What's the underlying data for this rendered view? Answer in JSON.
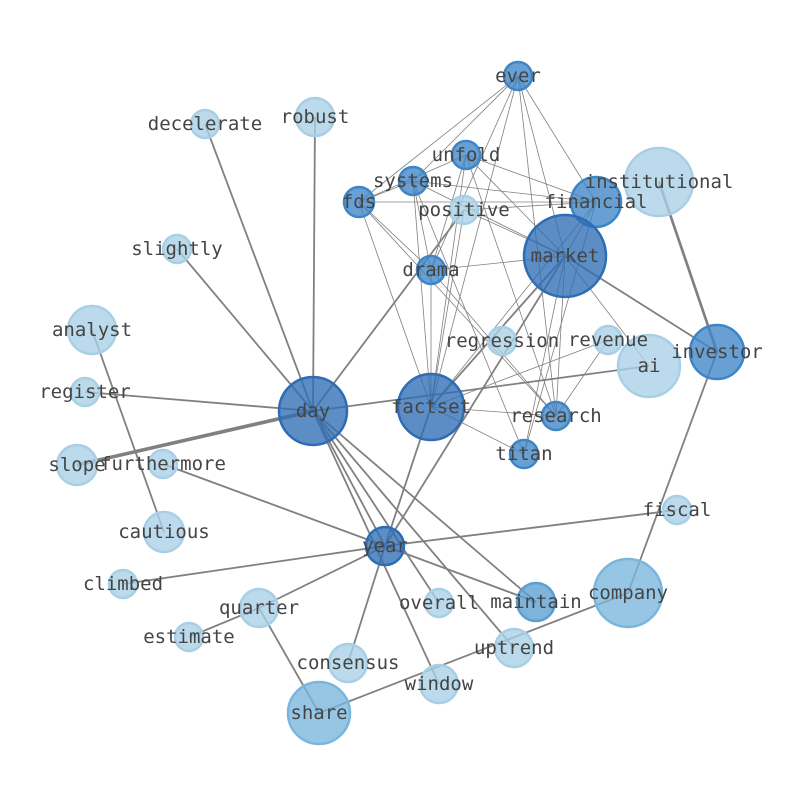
{
  "nodes": [
    {
      "id": "ever",
      "label": "ever",
      "color": "#3d85c6"
    },
    {
      "id": "decelerate",
      "label": "decelerate",
      "color": "#a8cfe6"
    },
    {
      "id": "robust",
      "label": "robust",
      "color": "#a8cfe6"
    },
    {
      "id": "unfold",
      "label": "unfold",
      "color": "#3d85c6"
    },
    {
      "id": "institutional",
      "label": "institutional",
      "color": "#a8cfe6"
    },
    {
      "id": "systems",
      "label": "systems",
      "color": "#3d85c6"
    },
    {
      "id": "financial",
      "label": "financial",
      "color": "#3d85c6"
    },
    {
      "id": "fds",
      "label": "fds",
      "color": "#3d85c6"
    },
    {
      "id": "positive",
      "label": "positive",
      "color": "#a8cfe6"
    },
    {
      "id": "slightly",
      "label": "slightly",
      "color": "#a8cfe6"
    },
    {
      "id": "market",
      "label": "market",
      "color": "#2e6db4"
    },
    {
      "id": "drama",
      "label": "drama",
      "color": "#3d85c6"
    },
    {
      "id": "analyst",
      "label": "analyst",
      "color": "#a8cfe6"
    },
    {
      "id": "regression",
      "label": "regression",
      "color": "#a8cfe6"
    },
    {
      "id": "revenue",
      "label": "revenue",
      "color": "#a8cfe6"
    },
    {
      "id": "investor",
      "label": "investor",
      "color": "#3d85c6"
    },
    {
      "id": "ai",
      "label": "ai",
      "color": "#a8cfe6"
    },
    {
      "id": "register",
      "label": "register",
      "color": "#a8cfe6"
    },
    {
      "id": "day",
      "label": "day",
      "color": "#2e6db4"
    },
    {
      "id": "factset",
      "label": "factset",
      "color": "#2e6db4"
    },
    {
      "id": "research",
      "label": "research",
      "color": "#3d85c6"
    },
    {
      "id": "slope",
      "label": "slope",
      "color": "#a8cfe6"
    },
    {
      "id": "furthermore",
      "label": "furthermore",
      "color": "#a8cfe6"
    },
    {
      "id": "titan",
      "label": "titan",
      "color": "#3d85c6"
    },
    {
      "id": "fiscal",
      "label": "fiscal",
      "color": "#a8cfe6"
    },
    {
      "id": "cautious",
      "label": "cautious",
      "color": "#a8cfe6"
    },
    {
      "id": "year",
      "label": "year",
      "color": "#2e6db4"
    },
    {
      "id": "climbed",
      "label": "climbed",
      "color": "#a8cfe6"
    },
    {
      "id": "company",
      "label": "company",
      "color": "#7ab6dc"
    },
    {
      "id": "quarter",
      "label": "quarter",
      "color": "#a8cfe6"
    },
    {
      "id": "overall",
      "label": "overall",
      "color": "#a8cfe6"
    },
    {
      "id": "maintain",
      "label": "maintain",
      "color": "#5a9fd0"
    },
    {
      "id": "estimate",
      "label": "estimate",
      "color": "#a8cfe6"
    },
    {
      "id": "uptrend",
      "label": "uptrend",
      "color": "#a8cfe6"
    },
    {
      "id": "consensus",
      "label": "consensus",
      "color": "#a8cfe6"
    },
    {
      "id": "window",
      "label": "window",
      "color": "#a8cfe6"
    },
    {
      "id": "share",
      "label": "share",
      "color": "#7ab6dc"
    }
  ],
  "edges": [
    {
      "source": "ever",
      "target": "systems",
      "weight": 1
    },
    {
      "source": "ever",
      "target": "fds",
      "weight": 1
    },
    {
      "source": "ever",
      "target": "drama",
      "weight": 1
    },
    {
      "source": "ever",
      "target": "factset",
      "weight": 1
    },
    {
      "source": "ever",
      "target": "financial",
      "weight": 1
    },
    {
      "source": "ever",
      "target": "market",
      "weight": 1
    },
    {
      "source": "ever",
      "target": "research",
      "weight": 1
    },
    {
      "source": "unfold",
      "target": "fds",
      "weight": 1
    },
    {
      "source": "unfold",
      "target": "drama",
      "weight": 1
    },
    {
      "source": "unfold",
      "target": "factset",
      "weight": 1
    },
    {
      "source": "unfold",
      "target": "financial",
      "weight": 1
    },
    {
      "source": "unfold",
      "target": "market",
      "weight": 1
    },
    {
      "source": "unfold",
      "target": "research",
      "weight": 1
    },
    {
      "source": "systems",
      "target": "fds",
      "weight": 1
    },
    {
      "source": "systems",
      "target": "drama",
      "weight": 1
    },
    {
      "source": "systems",
      "target": "factset",
      "weight": 1
    },
    {
      "source": "systems",
      "target": "financial",
      "weight": 1
    },
    {
      "source": "systems",
      "target": "market",
      "weight": 1
    },
    {
      "source": "systems",
      "target": "titan",
      "weight": 1
    },
    {
      "source": "fds",
      "target": "financial",
      "weight": 1
    },
    {
      "source": "fds",
      "target": "drama",
      "weight": 1
    },
    {
      "source": "fds",
      "target": "factset",
      "weight": 1
    },
    {
      "source": "fds",
      "target": "research",
      "weight": 1
    },
    {
      "source": "positive",
      "target": "day",
      "weight": 2
    },
    {
      "source": "positive",
      "target": "market",
      "weight": 1
    },
    {
      "source": "positive",
      "target": "financial",
      "weight": 1
    },
    {
      "source": "positive",
      "target": "factset",
      "weight": 1
    },
    {
      "source": "drama",
      "target": "market",
      "weight": 1
    },
    {
      "source": "drama",
      "target": "factset",
      "weight": 1
    },
    {
      "source": "drama",
      "target": "research",
      "weight": 1
    },
    {
      "source": "market",
      "target": "financial",
      "weight": 1
    },
    {
      "source": "market",
      "target": "factset",
      "weight": 2
    },
    {
      "source": "market",
      "target": "research",
      "weight": 1
    },
    {
      "source": "market",
      "target": "investor",
      "weight": 2
    },
    {
      "source": "market",
      "target": "year",
      "weight": 2
    },
    {
      "source": "market",
      "target": "ai",
      "weight": 1
    },
    {
      "source": "market",
      "target": "titan",
      "weight": 1
    },
    {
      "source": "financial",
      "target": "factset",
      "weight": 1
    },
    {
      "source": "financial",
      "target": "titan",
      "weight": 1
    },
    {
      "source": "revenue",
      "target": "factset",
      "weight": 1
    },
    {
      "source": "revenue",
      "target": "research",
      "weight": 1
    },
    {
      "source": "institutional",
      "target": "investor",
      "weight": 3
    },
    {
      "source": "investor",
      "target": "company",
      "weight": 2
    },
    {
      "source": "ai",
      "target": "day",
      "weight": 2
    },
    {
      "source": "factset",
      "target": "research",
      "weight": 1
    },
    {
      "source": "factset",
      "target": "titan",
      "weight": 1
    },
    {
      "source": "factset",
      "target": "year",
      "weight": 2
    },
    {
      "source": "day",
      "target": "decelerate",
      "weight": 2
    },
    {
      "source": "day",
      "target": "robust",
      "weight": 2
    },
    {
      "source": "day",
      "target": "slightly",
      "weight": 2
    },
    {
      "source": "day",
      "target": "register",
      "weight": 2
    },
    {
      "source": "day",
      "target": "slope",
      "weight": 4
    },
    {
      "source": "day",
      "target": "maintain",
      "weight": 2
    },
    {
      "source": "day",
      "target": "overall",
      "weight": 2
    },
    {
      "source": "day",
      "target": "uptrend",
      "weight": 2
    },
    {
      "source": "day",
      "target": "window",
      "weight": 2
    },
    {
      "source": "day",
      "target": "year",
      "weight": 2
    },
    {
      "source": "year",
      "target": "furthermore",
      "weight": 2
    },
    {
      "source": "year",
      "target": "fiscal",
      "weight": 2
    },
    {
      "source": "year",
      "target": "climbed",
      "weight": 2
    },
    {
      "source": "year",
      "target": "maintain",
      "weight": 2
    },
    {
      "source": "year",
      "target": "quarter",
      "weight": 2
    },
    {
      "source": "year",
      "target": "consensus",
      "weight": 2
    },
    {
      "source": "analyst",
      "target": "cautious",
      "weight": 2
    },
    {
      "source": "quarter",
      "target": "estimate",
      "weight": 2
    },
    {
      "source": "quarter",
      "target": "share",
      "weight": 2
    },
    {
      "source": "company",
      "target": "share",
      "weight": 2
    }
  ]
}
